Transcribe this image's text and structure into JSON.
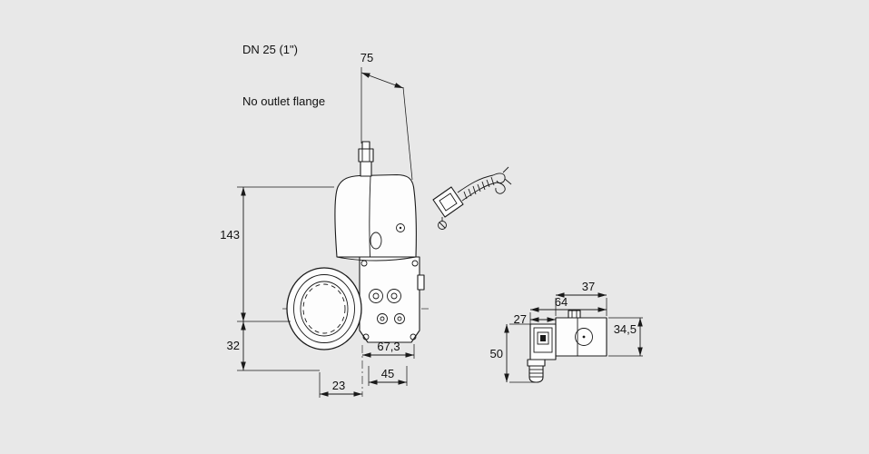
{
  "colors": {
    "background": "#e8e8e8",
    "line": "#1a1a1a"
  },
  "header": {
    "size": "DN 25 (1\")",
    "variant": "No outlet flange"
  },
  "front_view": {
    "dims": {
      "top_width": "75",
      "height_upper": "143",
      "height_lower": "32",
      "bottom_left": "23",
      "bottom_right": "45",
      "body_width": "67,3"
    }
  },
  "side_view": {
    "dims": {
      "body_width": "37",
      "total_width": "64",
      "coil_width": "27",
      "body_height": "34,5",
      "total_height": "50"
    }
  }
}
